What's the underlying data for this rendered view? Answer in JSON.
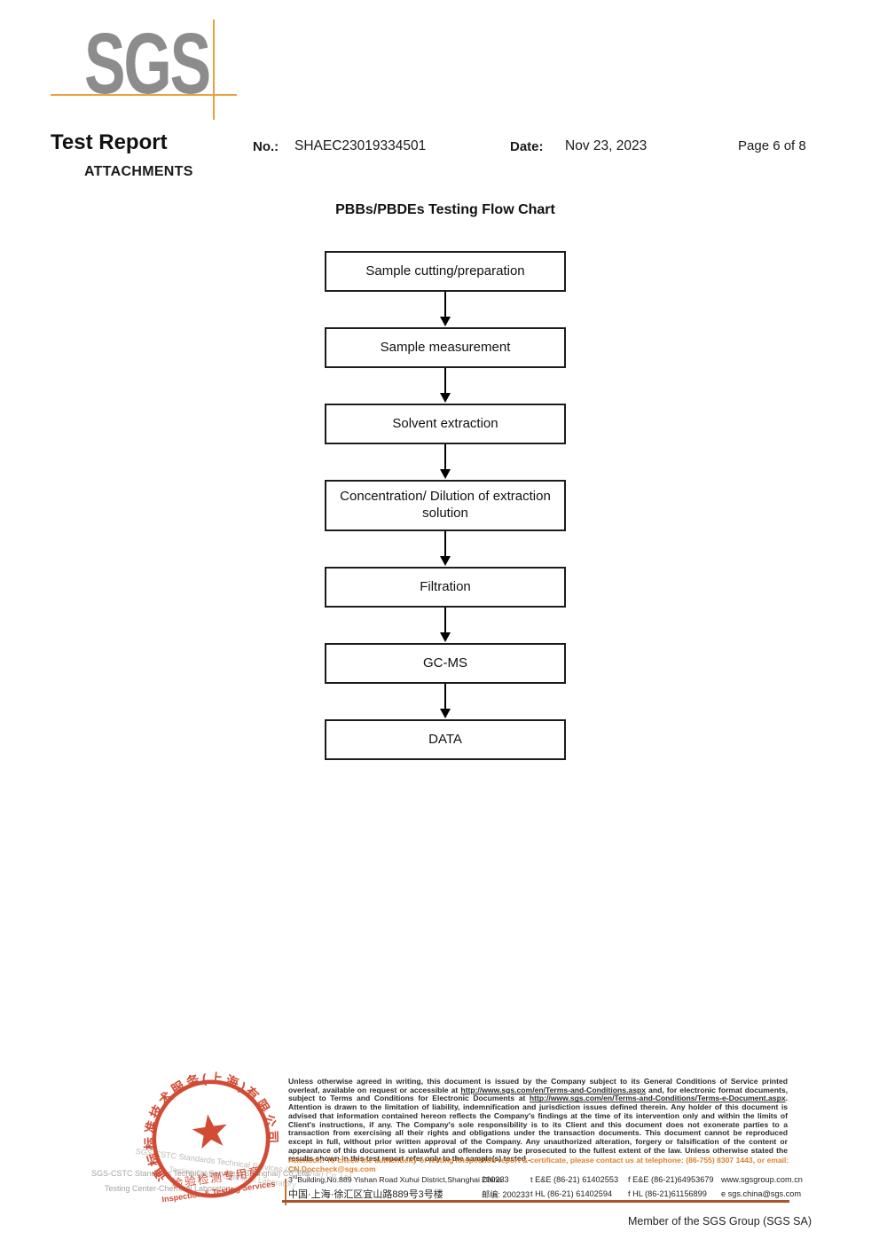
{
  "header": {
    "logo_text": "SGS",
    "title": "Test Report",
    "no_label": "No.:",
    "no_value": "SHAEC23019334501",
    "date_label": "Date:",
    "date_value": "Nov 23, 2023",
    "page": "Page 6 of 8",
    "attachments": "ATTACHMENTS"
  },
  "flowchart": {
    "title": "PBBs/PBDEs Testing Flow Chart",
    "steps": [
      "Sample cutting/preparation",
      "Sample measurement",
      "Solvent extraction",
      "Concentration/ Dilution of extraction solution",
      "Filtration",
      "GC-MS",
      "DATA"
    ]
  },
  "stamp": {
    "arc_text": "通标标准技术服务(上海)有限公司",
    "line_cn": "检验检测专用章",
    "line_en": "Inspection & Testing Services"
  },
  "footer": {
    "company_line1": "SGS-CSTC Standards Technical Services (Shanghai) Co.,Ltd.",
    "company_line2": "Testing Center-Chemical Laboratory",
    "legal": {
      "p1": "Unless otherwise agreed in writing, this document is issued by the Company subject to its General Conditions of Service printed overleaf, available on request or accessible at ",
      "url1": "http://www.sgs.com/en/Terms-and-Conditions.aspx",
      "p2": " and, for electronic format documents, subject to Terms and Conditions for Electronic Documents at ",
      "url2": "http://www.sgs.com/en/Terms-and-Conditions/Terms-e-Document.aspx",
      "p3": ". Attention is drawn to the limitation of liability, indemnification and jurisdiction issues defined therein. Any holder of this document is advised that information contained hereon reflects the Company's findings at the time of its intervention only and within the limits of Client's instructions, if any. The Company's sole responsibility is to its Client and this document does not exonerate parties to a transaction from exercising all their rights and obligations under the transaction documents. This document cannot be reproduced except in full, without prior written approval of the Company. Any unauthorized alteration, forgery or falsification of the content or appearance of this document is unlawful and offenders may be prosecuted to the fullest extent of the law. Unless otherwise stated the results shown in this test report refer only to the sample(s) tested ."
    },
    "attention": "Attention: To check the authenticity of testing /inspection report & certificate, please contact us at telephone: (86-755) 8307 1443, or email: CN.Doccheck@sgs.com",
    "address": {
      "en_num": "3",
      "en_sup": "rd",
      "en_rest": "Building,No.889 Yishan Road Xuhui District,Shanghai China",
      "postal1": "200233",
      "cn": "中国·上海·徐汇区宜山路889号3号楼",
      "postal2_label": "邮编: 200233",
      "tel1": "t E&E (86-21) 61402553",
      "fax1": "f E&E (86-21)64953679",
      "web": "www.sgsgroup.com.cn",
      "tel2": "t HL (86-21) 61402594",
      "fax2": "f HL (86-21)61156899",
      "email": "e  sgs.china@sgs.com"
    },
    "member": "Member of the SGS Group (SGS SA)"
  },
  "colors": {
    "logo_gray": "#8c8c8c",
    "crosshair_orange": "#e9a13b",
    "stamp_red": "#cd3820",
    "attention_orange": "#e0802a",
    "footer_rule_brown": "#a9542a"
  }
}
